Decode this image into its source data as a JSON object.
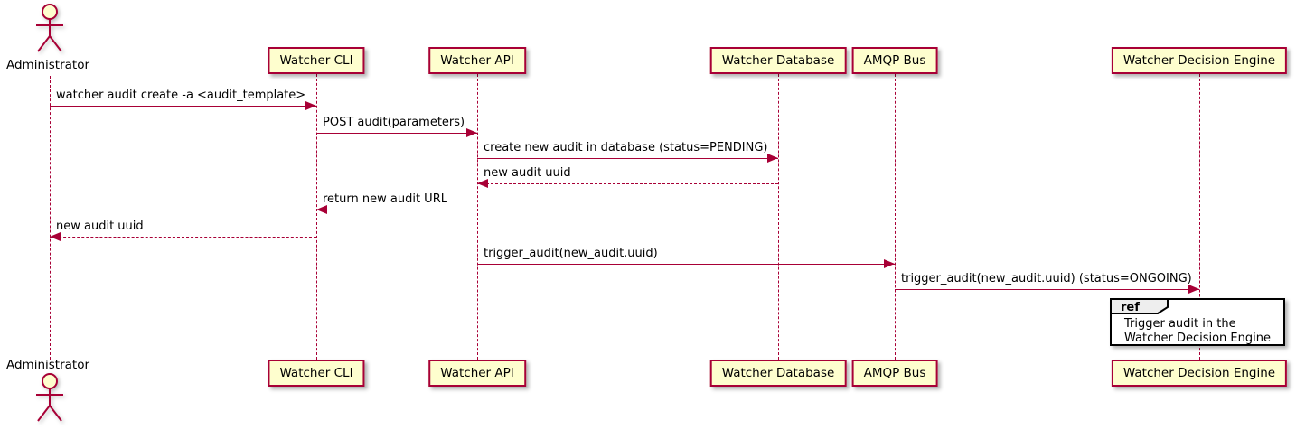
{
  "participants": [
    {
      "name": "Administrator",
      "kind": "actor"
    },
    {
      "name": "Watcher CLI",
      "kind": "participant"
    },
    {
      "name": "Watcher API",
      "kind": "participant"
    },
    {
      "name": "Watcher Database",
      "kind": "participant"
    },
    {
      "name": "AMQP Bus",
      "kind": "participant"
    },
    {
      "name": "Watcher Decision Engine",
      "kind": "participant"
    }
  ],
  "messages": [
    {
      "from": "Administrator",
      "to": "Watcher CLI",
      "label": "watcher audit create -a <audit_template>",
      "line": "solid"
    },
    {
      "from": "Watcher CLI",
      "to": "Watcher API",
      "label": "POST audit(parameters)",
      "line": "solid"
    },
    {
      "from": "Watcher API",
      "to": "Watcher Database",
      "label": "create new audit in database (status=PENDING)",
      "line": "solid"
    },
    {
      "from": "Watcher Database",
      "to": "Watcher API",
      "label": "new audit uuid",
      "line": "dashed"
    },
    {
      "from": "Watcher API",
      "to": "Watcher CLI",
      "label": "return new audit URL",
      "line": "dashed"
    },
    {
      "from": "Watcher CLI",
      "to": "Administrator",
      "label": "new audit uuid",
      "line": "dashed"
    },
    {
      "from": "Watcher API",
      "to": "AMQP Bus",
      "label": "trigger_audit(new_audit.uuid)",
      "line": "solid"
    },
    {
      "from": "AMQP Bus",
      "to": "Watcher Decision Engine",
      "label": "trigger_audit(new_audit.uuid) (status=ONGOING)",
      "line": "solid"
    }
  ],
  "ref_fragment": {
    "keyword": "ref",
    "line1": "Trigger audit in the",
    "line2": "Watcher Decision Engine"
  },
  "colors": {
    "participant_fill": "#FEFECE",
    "participant_border": "#A80036",
    "lifeline": "#A80036",
    "arrow": "#A80036",
    "text": "#000000",
    "ref_border": "#000000",
    "ref_fill": "#FFFFFF",
    "ref_tab_fill": "#EEEEEE"
  }
}
